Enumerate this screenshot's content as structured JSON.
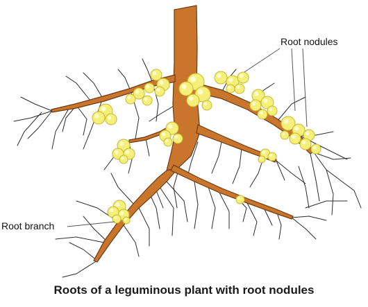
{
  "labels": {
    "root_nodules": "Root nodules",
    "root_branch": "Root  branch"
  },
  "caption": "Roots of a leguminous plant with root nodules",
  "colors": {
    "root_fill": "#c9762c",
    "root_stroke": "#6b3a12",
    "hair_stroke": "#2a2a2a",
    "nodule_fill": "#f5f07a",
    "nodule_highlight": "#fffbd0",
    "nodule_stroke": "#c9b830",
    "leader_line": "#555555"
  }
}
